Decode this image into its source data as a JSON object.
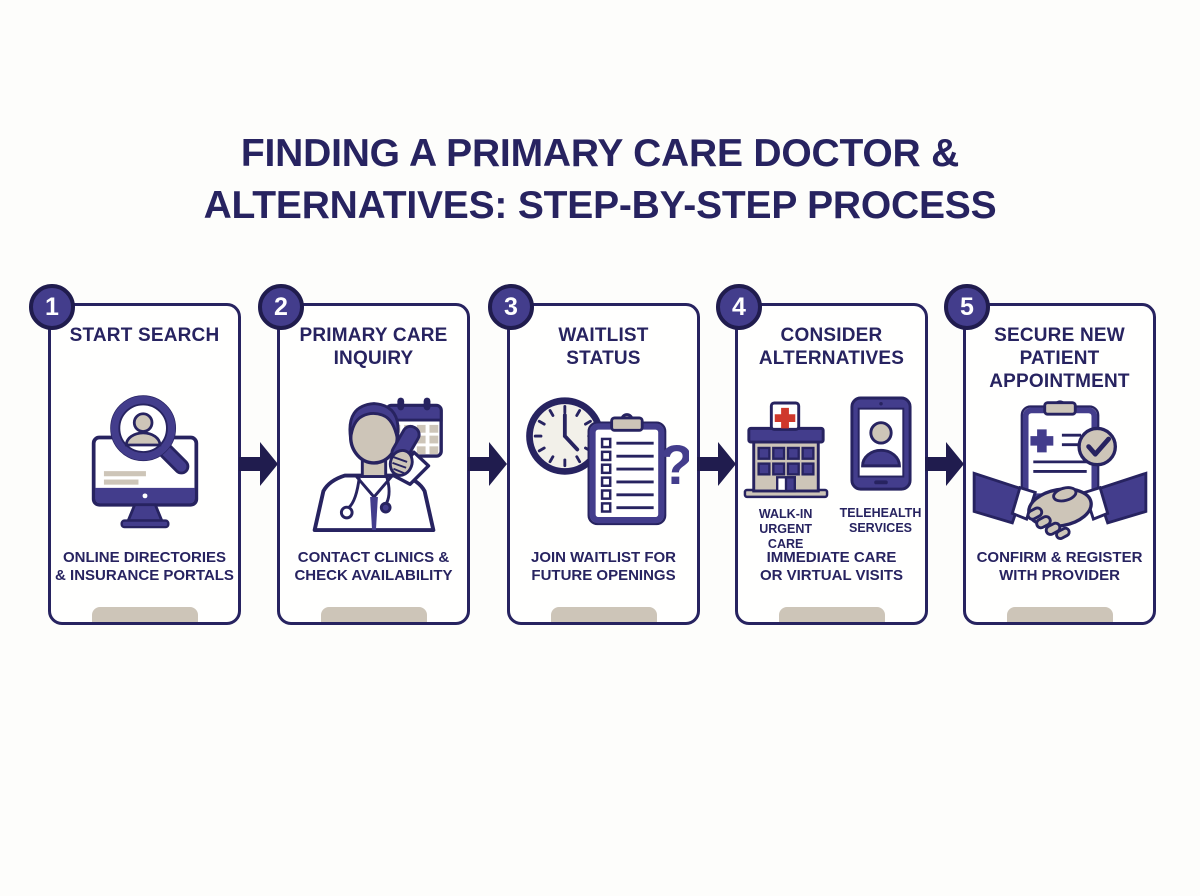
{
  "colors": {
    "navy": "#272360",
    "indigo": "#433d8c",
    "arrow": "#201c4e",
    "beige": "#cdc5b8",
    "red": "#cf382c",
    "clock_face": "#f2f0e9",
    "bg": "#fdfdfb",
    "card_bg": "#fffffe"
  },
  "title": {
    "lines": [
      "FINDING A PRIMARY CARE DOCTOR &",
      "ALTERNATIVES: STEP-BY-STEP PROCESS"
    ]
  },
  "steps": [
    {
      "number": "1",
      "title_lines": [
        "START SEARCH"
      ],
      "caption_lines": [
        "ONLINE DIRECTORIES",
        "& INSURANCE PORTALS"
      ],
      "icon": "monitor-search-icon"
    },
    {
      "number": "2",
      "title_lines": [
        "PRIMARY CARE",
        "INQUIRY"
      ],
      "caption_lines": [
        "CONTACT CLINICS &",
        "CHECK AVAILABILITY"
      ],
      "icon": "doctor-phone-calendar-icon"
    },
    {
      "number": "3",
      "title_lines": [
        "WAITLIST",
        "STATUS"
      ],
      "caption_lines": [
        "JOIN WAITLIST FOR",
        "FUTURE OPENINGS"
      ],
      "icon": "clock-checklist-question-icon"
    },
    {
      "number": "4",
      "title_lines": [
        "CONSIDER",
        "ALTERNATIVES"
      ],
      "caption_lines": [
        "IMMEDIATE CARE",
        "OR VIRTUAL VISITS"
      ],
      "icon": "hospital-and-tablet-icon",
      "option_labels": [
        {
          "lines": [
            "WALK-IN",
            "URGENT",
            "CARE"
          ]
        },
        {
          "lines": [
            "TELEHEALTH",
            "SERVICES"
          ]
        }
      ]
    },
    {
      "number": "5",
      "title_lines": [
        "SECURE NEW",
        "PATIENT",
        "APPOINTMENT"
      ],
      "caption_lines": [
        "CONFIRM & REGISTER",
        "WITH PROVIDER"
      ],
      "icon": "handshake-agreement-icon"
    }
  ]
}
